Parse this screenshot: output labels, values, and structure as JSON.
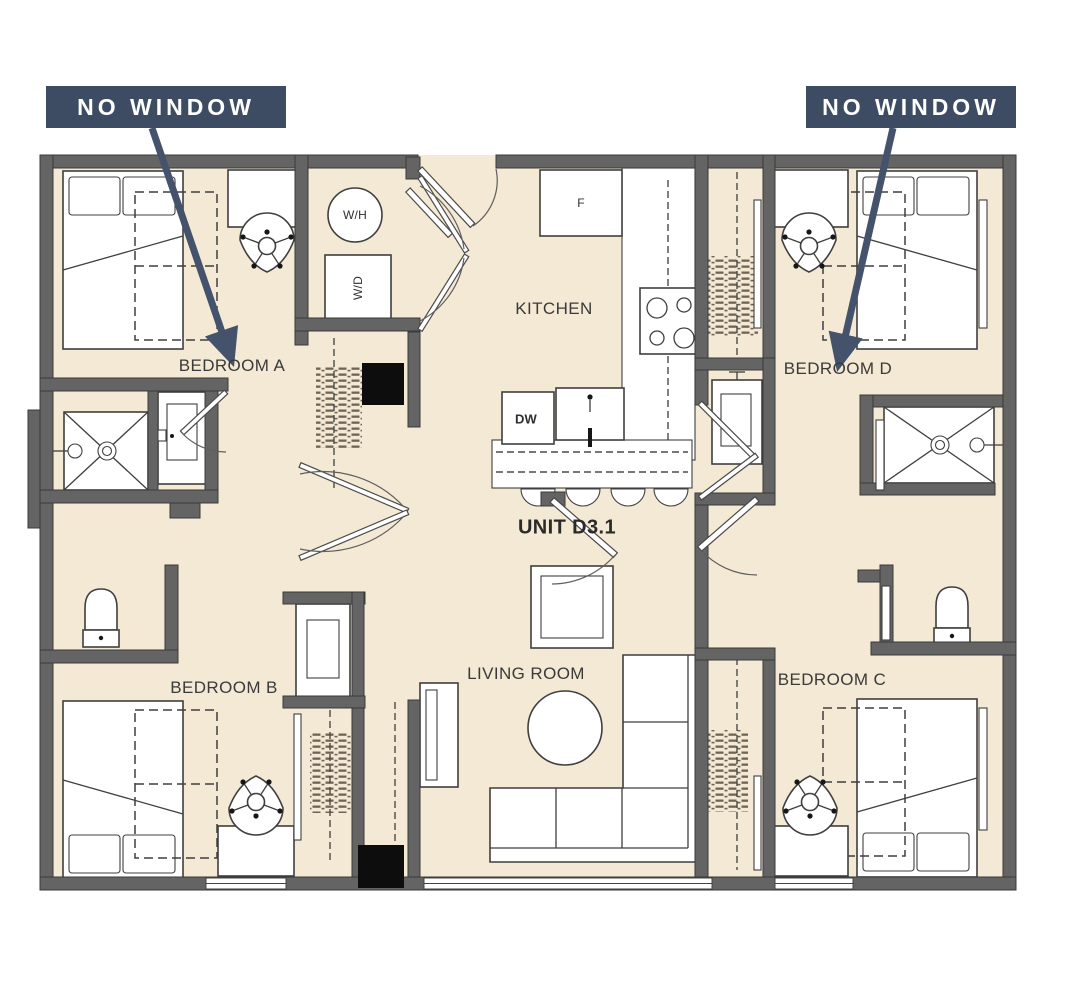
{
  "floorplan": {
    "unit_label": "UNIT D3.1",
    "annotations": {
      "left": "NO WINDOW",
      "right": "NO WINDOW"
    },
    "rooms": {
      "bedroom_a": "BEDROOM A",
      "bedroom_b": "BEDROOM B",
      "bedroom_c": "BEDROOM C",
      "bedroom_d": "BEDROOM D",
      "kitchen": "KITCHEN",
      "living_room": "LIVING ROOM"
    },
    "appliances": {
      "water_heater": "W/H",
      "washer_dryer": "W/D",
      "fridge": "F",
      "dishwasher": "DW"
    },
    "colors": {
      "floor": "#f4e9d4",
      "wall": "#646464",
      "annotation": "#3e4c63",
      "line": "#3f3f3f",
      "background": "#ffffff"
    }
  }
}
